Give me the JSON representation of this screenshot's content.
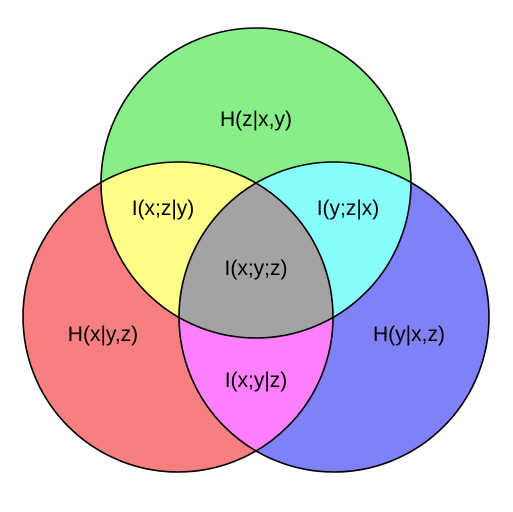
{
  "colors": {
    "z_only": "#88ee88",
    "x_only": "#f87f7f",
    "y_only": "#8080f8",
    "xz": "#fdfd88",
    "yz": "#88fdfd",
    "xy": "#ff80ff",
    "xyz": "#a3a3a3",
    "outline": "#000000",
    "background": "#ffffff"
  },
  "regions": {
    "H_z_given_xy": "H(z|x,y)",
    "H_x_given_yz": "H(x|y,z)",
    "H_y_given_xz": "H(y|x,z)",
    "I_xz_given_y": "I(x;z|y)",
    "I_yz_given_x": "I(y;z|x)",
    "I_xy_given_z": "I(x;y|z)",
    "I_xyz": "I(x;y;z)"
  }
}
